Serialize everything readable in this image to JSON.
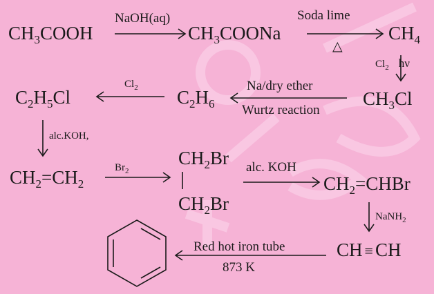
{
  "compounds": {
    "acetic_acid": {
      "a": "CH",
      "b": "3",
      "c": "COOH"
    },
    "sodium_acetate": {
      "a": "CH",
      "b": "3",
      "c": "COONa"
    },
    "methane": {
      "a": "CH",
      "b": "4"
    },
    "methyl_chloride": {
      "a": "CH",
      "b": "3",
      "c": "Cl"
    },
    "ethane": {
      "a": "C",
      "b": "2",
      "c": "H",
      "d": "6"
    },
    "ethyl_chloride": {
      "a": "C",
      "b": "2",
      "c": "H",
      "d": "5",
      "e": "Cl"
    },
    "ethene": {
      "a": "CH",
      "b": "2",
      "c": "=CH",
      "d": "2"
    },
    "dibromoethane_top": {
      "a": "CH",
      "b": "2",
      "c": "Br"
    },
    "dibromoethane_bottom": {
      "a": "CH",
      "b": "2",
      "c": "Br"
    },
    "vinyl_bromide": {
      "a": "CH",
      "b": "2",
      "c": "=CHBr"
    },
    "ethyne": {
      "a": "CH",
      "b": "≡",
      "c": "CH"
    }
  },
  "conditions": {
    "naoh": "NaOH(aq)",
    "soda_lime": "Soda lime",
    "heat": "△",
    "cl2_hv": {
      "a": "Cl",
      "b": "2",
      "c": "hν"
    },
    "na_ether": "Na/dry ether",
    "wurtz": "Wurtz reaction",
    "cl2": {
      "a": "Cl",
      "b": "2"
    },
    "alc_koh_1": "alc.KOH,",
    "br2": {
      "a": "Br",
      "b": "2"
    },
    "alc_koh_2": "alc. KOH",
    "nanh2": {
      "a": "NaNH",
      "b": "2"
    },
    "red_hot": "Red hot iron tube",
    "temp": "873 K"
  }
}
